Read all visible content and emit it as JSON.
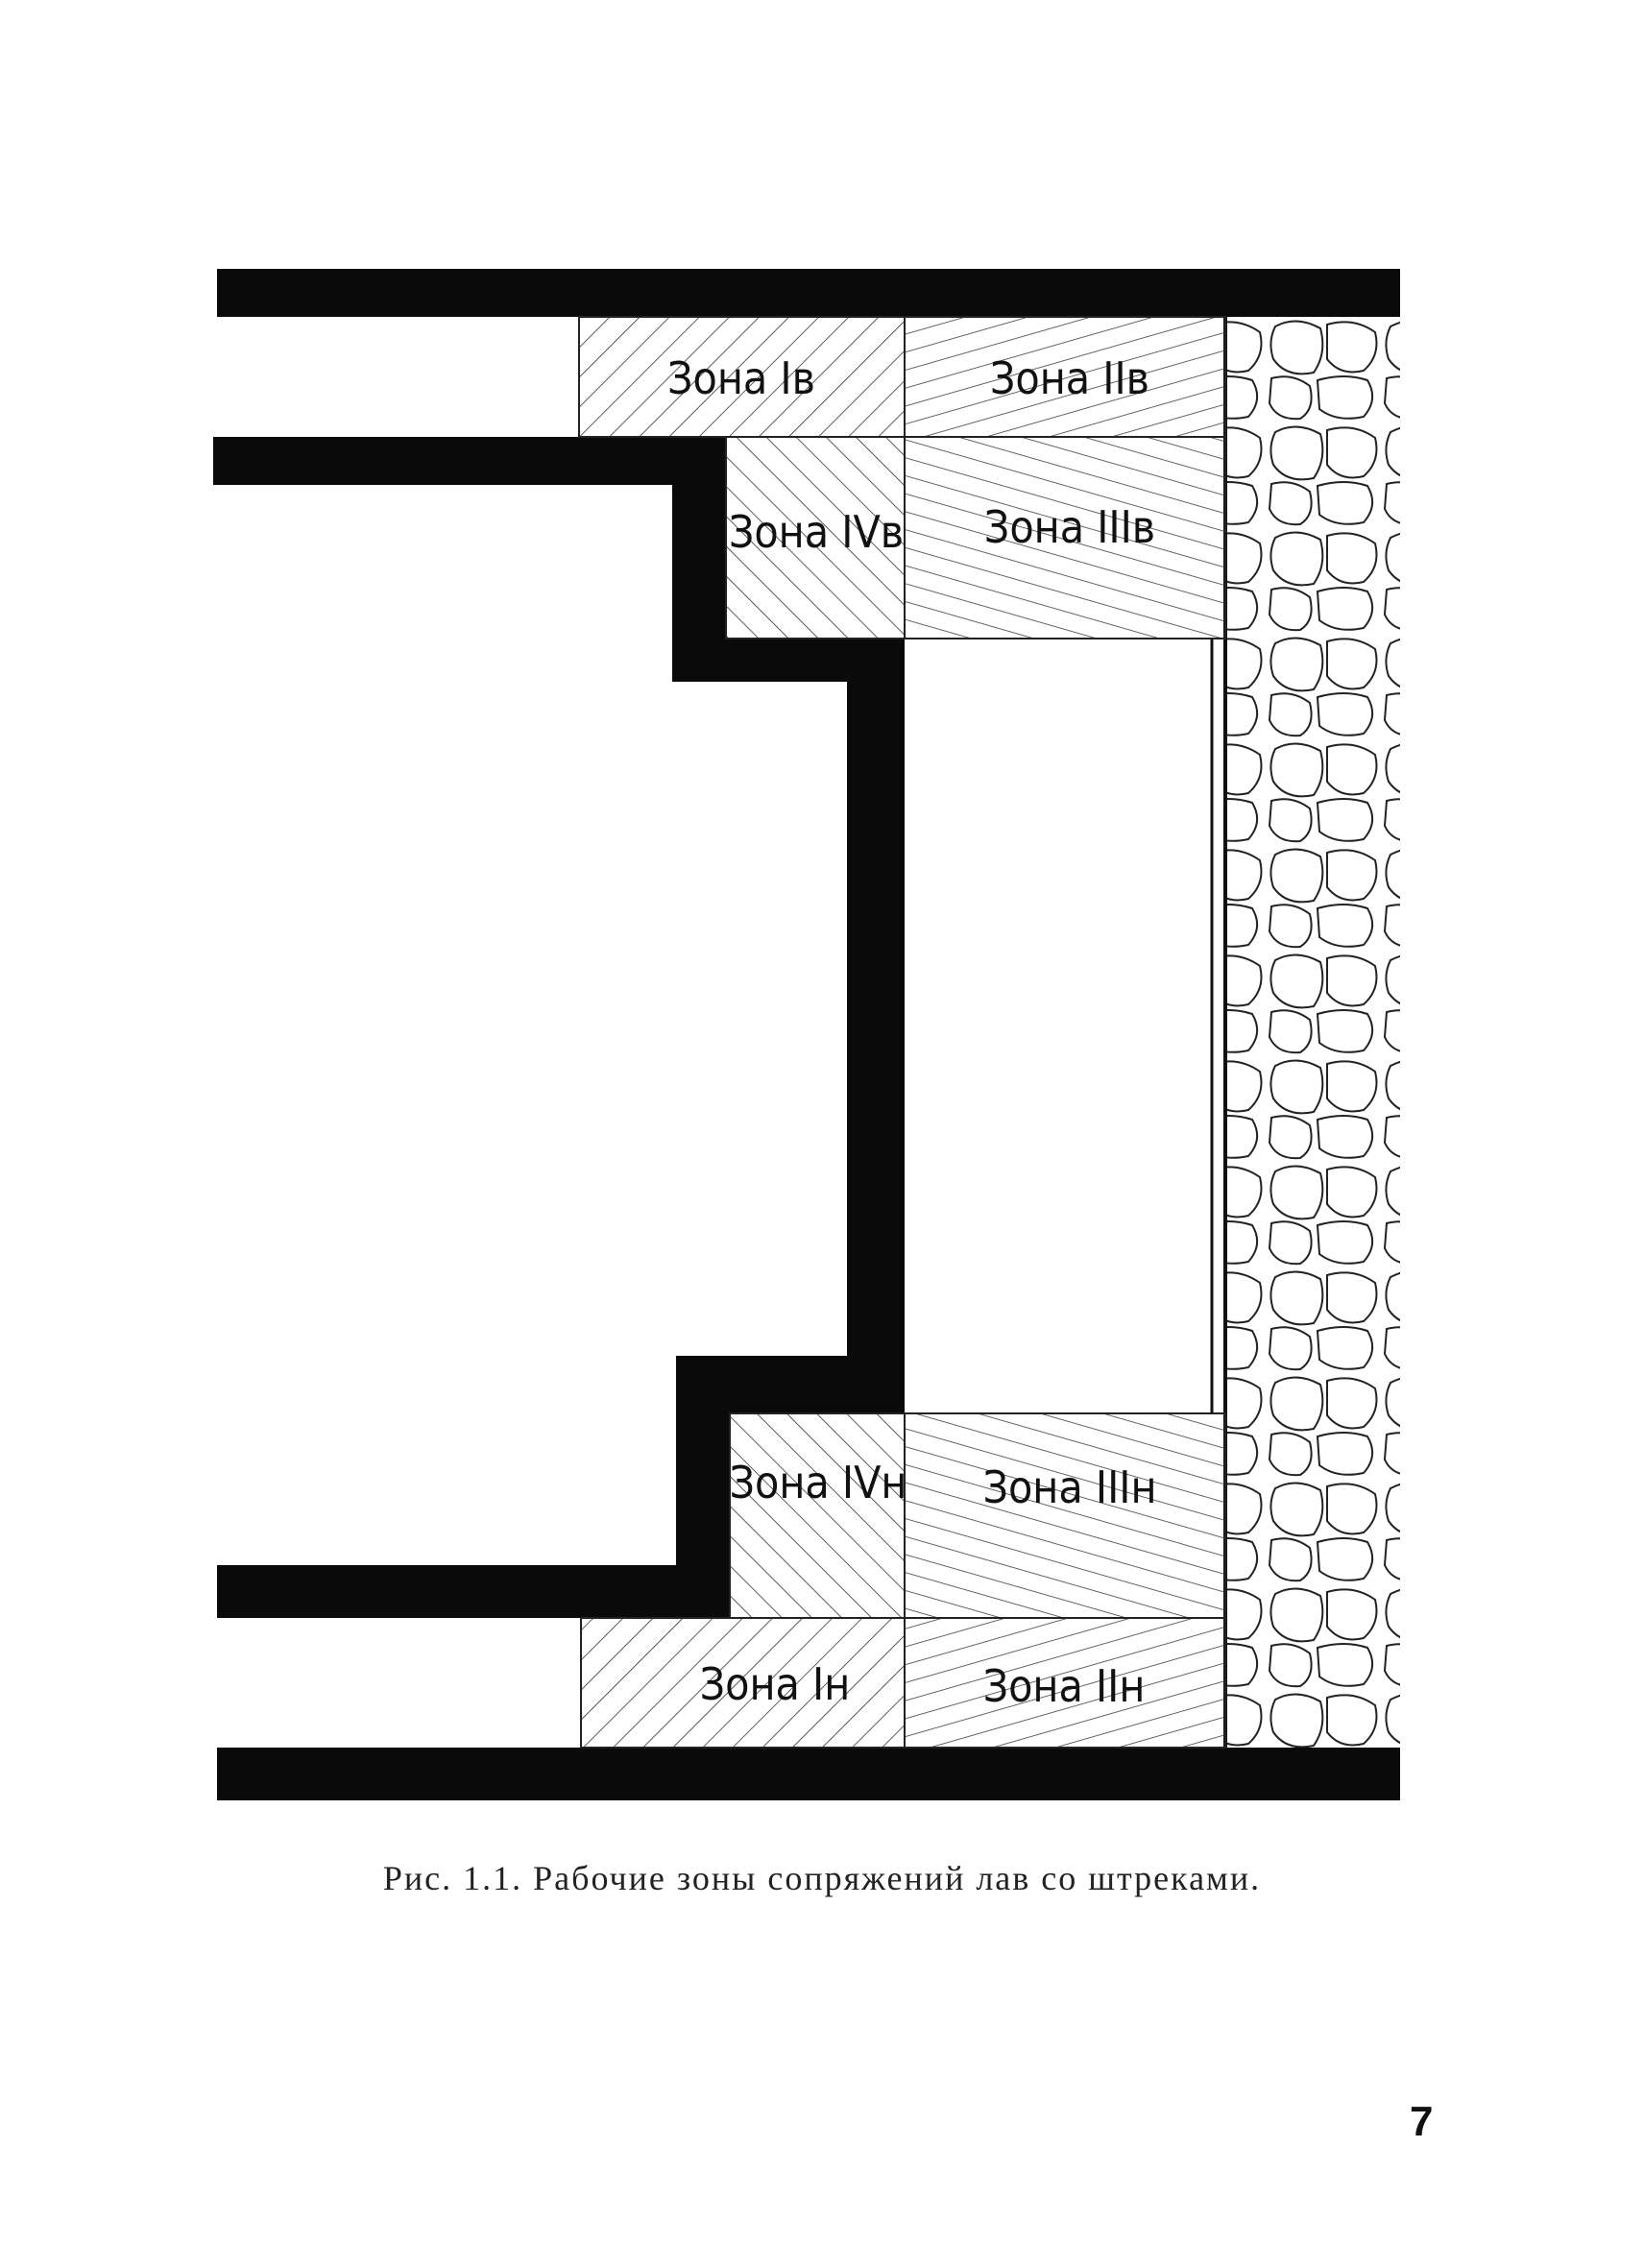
{
  "figure": {
    "zones": {
      "upper": {
        "I": "Зона  Iв",
        "II": "Зона IIв",
        "III": "Зона IIIв",
        "IV": "Зона IVв"
      },
      "lower": {
        "I": "Зона Iн",
        "II": "Зона IIн",
        "III": "Зона IIIн",
        "IV": "Зона IVн"
      }
    }
  },
  "caption": "Рис. 1.1. Рабочие зоны сопряжений лав со штреками.",
  "page_number": "7"
}
